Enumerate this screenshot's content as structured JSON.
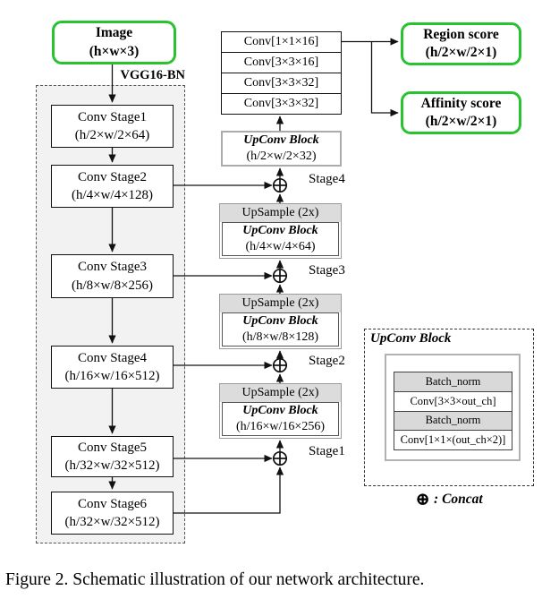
{
  "figure": {
    "caption": "Figure 2. Schematic illustration of our network architecture."
  },
  "input_box": {
    "title": "Image",
    "dims": "(h×w×3)"
  },
  "backbone": {
    "label": "VGG16-BN",
    "stages": [
      {
        "name": "Conv Stage1",
        "dims": "(h/2×w/2×64)"
      },
      {
        "name": "Conv Stage2",
        "dims": "(h/4×w/4×128)"
      },
      {
        "name": "Conv Stage3",
        "dims": "(h/8×w/8×256)"
      },
      {
        "name": "Conv Stage4",
        "dims": "(h/16×w/16×512)"
      },
      {
        "name": "Conv Stage5",
        "dims": "(h/32×w/32×512)"
      },
      {
        "name": "Conv Stage6",
        "dims": "(h/32×w/32×512)"
      }
    ]
  },
  "head": {
    "conv_layers": [
      "Conv[1×1×16]",
      "Conv[3×3×16]",
      "Conv[3×3×32]",
      "Conv[3×3×32]"
    ],
    "final_upconv": {
      "title": "UpConv Block",
      "dims": "(h/2×w/2×32)"
    }
  },
  "decoder": {
    "upsample_label": "UpSample (2x)",
    "upconv_title": "UpConv Block",
    "blocks": [
      {
        "dims": "(h/4×w/4×64)"
      },
      {
        "dims": "(h/8×w/8×128)"
      },
      {
        "dims": "(h/16×w/16×256)"
      }
    ],
    "stage_labels": [
      "Stage4",
      "Stage3",
      "Stage2",
      "Stage1"
    ]
  },
  "outputs": {
    "region": {
      "title": "Region score",
      "dims": "(h/2×w/2×1)"
    },
    "affinity": {
      "title": "Affinity score",
      "dims": "(h/2×w/2×1)"
    }
  },
  "upconv_detail": {
    "title": "UpConv Block",
    "layers": [
      "Batch_norm",
      "Conv[3×3×out_ch]",
      "Batch_norm",
      "Conv[1×1×(out_ch×2)]"
    ]
  },
  "legend": {
    "symbol": "⊕",
    "label": ": Concat"
  },
  "colors": {
    "accent_green": "#29c32f",
    "panel_gray": "#f2f2f2",
    "header_gray": "#dcdcdc",
    "line_black": "#111111"
  }
}
